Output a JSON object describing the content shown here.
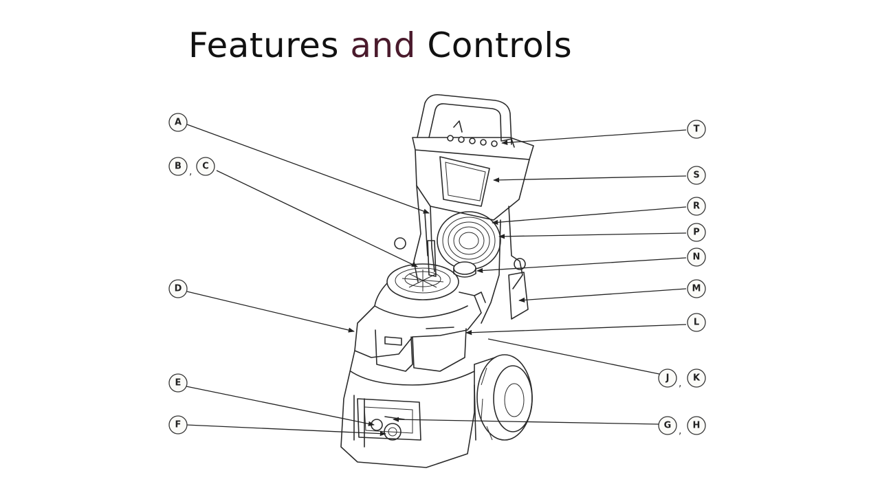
{
  "title": {
    "part1": "Features ",
    "accent": "and",
    "part2": " Controls",
    "accent_color": "#4a1a2c"
  },
  "callouts": {
    "A": "A",
    "B": "B",
    "C": "C",
    "D": "D",
    "E": "E",
    "F": "F",
    "G": "G",
    "H": "H",
    "J": "J",
    "K": "K",
    "L": "L",
    "M": "M",
    "N": "N",
    "P": "P",
    "R": "R",
    "S": "S",
    "T": "T"
  },
  "separators": {
    "bc": ",",
    "jk": ",",
    "gh": ","
  },
  "illustration": "pressure-washer-line-drawing"
}
